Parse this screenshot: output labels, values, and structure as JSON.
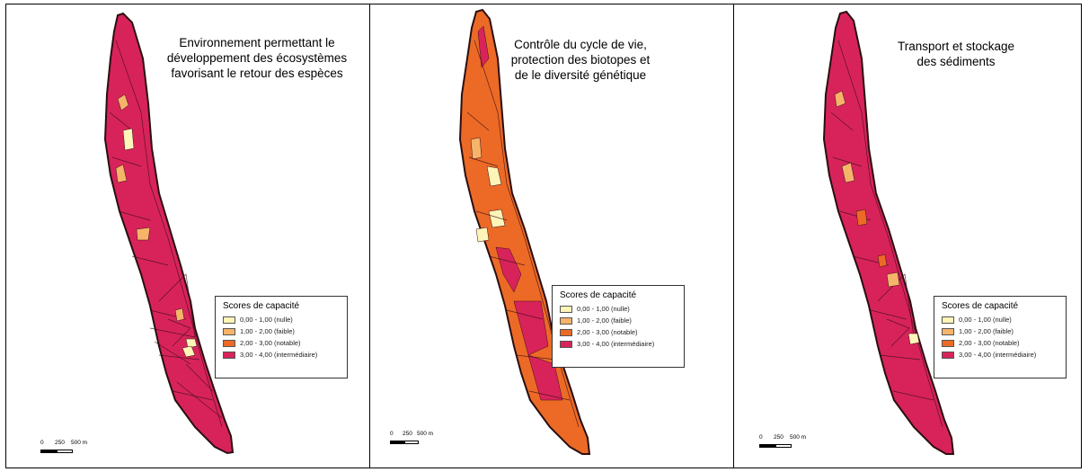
{
  "panels": [
    {
      "title": "Environnement permettant le\ndéveloppement des écosystèmes\nfavorisant le retour des espèces"
    },
    {
      "title": "Contrôle du cycle de vie,\nprotection des biotopes et\nde le diversité génétique"
    },
    {
      "title": "Transport et stockage\ndes sédiments"
    }
  ],
  "legend": {
    "title": "Scores de capacité",
    "classes": [
      {
        "label": "0,00 - 1,00 (nulle)",
        "color": "#fdf4b8"
      },
      {
        "label": "1,00 - 2,00 (faible)",
        "color": "#f6b36a"
      },
      {
        "label": "2,00 - 3,00 (notable)",
        "color": "#ec6a26"
      },
      {
        "label": "3,00 - 4,00 (intermédiaire)",
        "color": "#d8235a"
      }
    ]
  },
  "scalebar": {
    "t0": "0",
    "t1": "250",
    "t2": "500 m"
  },
  "map_colors": {
    "outline": "#2a0f12",
    "panel1_base": "#d8235a",
    "panel2_base": "#ec6a26",
    "panel3_base": "#d8235a"
  }
}
